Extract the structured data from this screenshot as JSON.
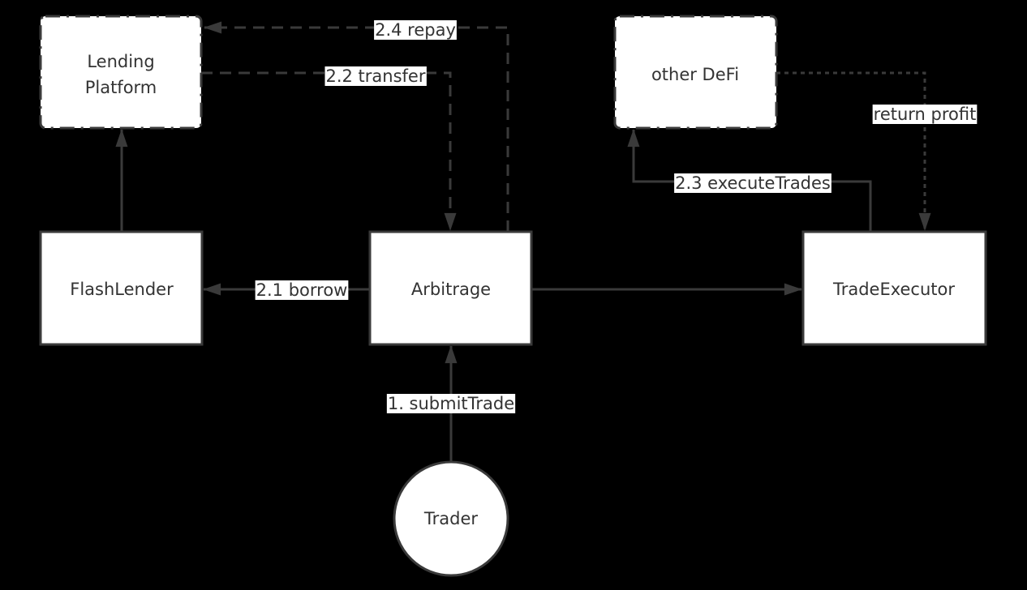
{
  "nodes": {
    "lending_platform": [
      "Lending",
      "Platform"
    ],
    "other_defi": "other DeFi",
    "flash_lender": "FlashLender",
    "arbitrage": "Arbitrage",
    "trade_executor": "TradeExecutor",
    "trader": "Trader"
  },
  "edges": {
    "repay": "2.4 repay",
    "transfer": "2.2 transfer",
    "borrow": "2.1 borrow",
    "submit_trade": "1. submitTrade",
    "execute_trades": "2.3 executeTrades",
    "return_profit": "return profit"
  },
  "colors": {
    "background": "#000000",
    "line": "#3a3a3a",
    "node_fill": "#ffffff",
    "text": "#333333"
  }
}
